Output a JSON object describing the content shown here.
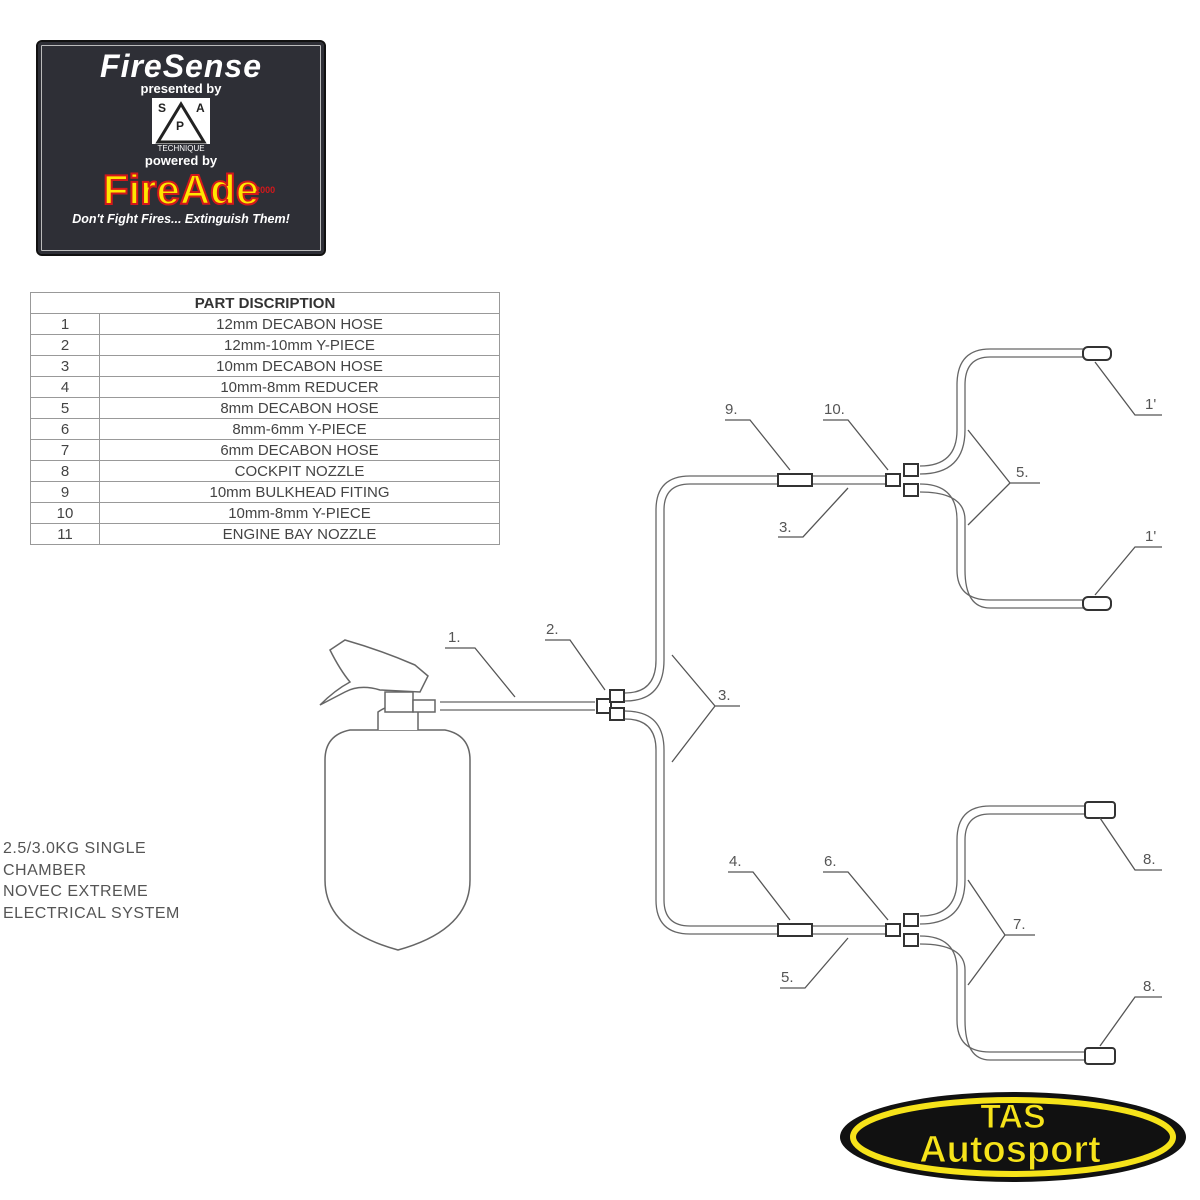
{
  "logo_firesense": {
    "title": "FireSense",
    "presented_by": "presented by",
    "spa_letters": "SPA",
    "spa_subtitle": "TECHNIQUE",
    "powered_by": "powered by",
    "brand": "FireAde",
    "brand_superscript": "2000",
    "tagline": "Don't Fight Fires... Extinguish Them!"
  },
  "parts_table": {
    "header": "PART DISCRIPTION",
    "rows": [
      {
        "num": "1",
        "desc": "12mm DECABON HOSE"
      },
      {
        "num": "2",
        "desc": "12mm-10mm Y-PIECE"
      },
      {
        "num": "3",
        "desc": "10mm DECABON HOSE"
      },
      {
        "num": "4",
        "desc": "10mm-8mm REDUCER"
      },
      {
        "num": "5",
        "desc": "8mm DECABON HOSE"
      },
      {
        "num": "6",
        "desc": "8mm-6mm Y-PIECE"
      },
      {
        "num": "7",
        "desc": "6mm DECABON HOSE"
      },
      {
        "num": "8",
        "desc": "COCKPIT NOZZLE"
      },
      {
        "num": "9",
        "desc": "10mm BULKHEAD FITING"
      },
      {
        "num": "10",
        "desc": "10mm-8mm Y-PIECE"
      },
      {
        "num": "11",
        "desc": "ENGINE BAY NOZZLE"
      }
    ]
  },
  "system_description": [
    "2.5/3.0KG SINGLE",
    "CHAMBER",
    "NOVEC EXTREME",
    "ELECTRICAL SYSTEM"
  ],
  "callouts": {
    "c1": "1.",
    "c2": "2.",
    "c3a": "3.",
    "c3b": "3.",
    "c4": "4.",
    "c5a": "5.",
    "c5b": "5.",
    "c6": "6.",
    "c7": "7.",
    "c8a": "8.",
    "c8b": "8.",
    "c9": "9.",
    "c10": "10.",
    "c11a": "1'",
    "c11b": "1'"
  },
  "logo_tas": {
    "line1": "TAS",
    "line2": "Autosport",
    "colors": {
      "black": "#111111",
      "yellow": "#f6e31a"
    }
  },
  "colors": {
    "line": "#555555",
    "fitting": "#333333"
  }
}
